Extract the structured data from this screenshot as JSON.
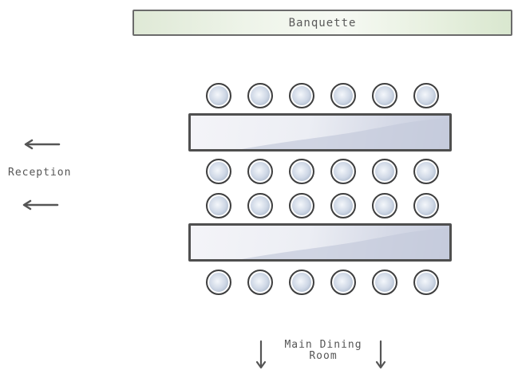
{
  "banquette": {
    "label": "Banquette"
  },
  "reception": {
    "label": "Reception"
  },
  "main_dining": {
    "label": "Main Dining\nRoom"
  },
  "tables": [
    {
      "chairs_above": 6,
      "chairs_below": 6
    },
    {
      "chairs_above": 6,
      "chairs_below": 6
    }
  ],
  "colors": {
    "banquette_fill": "#e6efdf",
    "table_fill": "#d6dae7",
    "chair_fill": "#cfd8e6",
    "stroke": "#4f4f4f"
  }
}
